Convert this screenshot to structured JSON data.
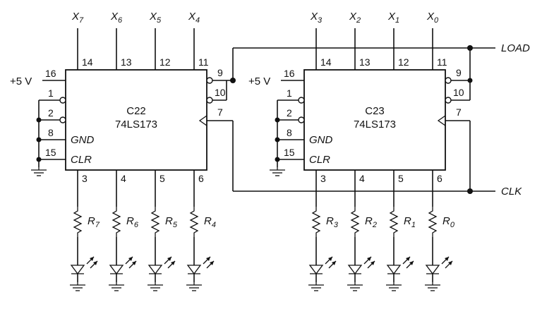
{
  "chips": [
    {
      "name": "C22",
      "part": "74LS173",
      "inputs": [
        {
          "label": "X",
          "sub": "7",
          "pin": "14"
        },
        {
          "label": "X",
          "sub": "6",
          "pin": "13"
        },
        {
          "label": "X",
          "sub": "5",
          "pin": "12"
        },
        {
          "label": "X",
          "sub": "4",
          "pin": "11"
        }
      ],
      "outputs": [
        {
          "pin": "3",
          "resistor": "R",
          "sub": "7"
        },
        {
          "pin": "4",
          "resistor": "R",
          "sub": "6"
        },
        {
          "pin": "5",
          "resistor": "R",
          "sub": "5"
        },
        {
          "pin": "6",
          "resistor": "R",
          "sub": "4"
        }
      ],
      "left_pins": {
        "vcc_label": "+5 V",
        "vcc": "16",
        "p1": "1",
        "p2": "2",
        "gnd": "8",
        "gnd_label": "GND",
        "clr": "15",
        "clr_label": "CLR"
      },
      "right_pins": {
        "p9": "9",
        "p10": "10",
        "clk": "7"
      }
    },
    {
      "name": "C23",
      "part": "74LS173",
      "inputs": [
        {
          "label": "X",
          "sub": "3",
          "pin": "14"
        },
        {
          "label": "X",
          "sub": "2",
          "pin": "13"
        },
        {
          "label": "X",
          "sub": "1",
          "pin": "12"
        },
        {
          "label": "X",
          "sub": "0",
          "pin": "11"
        }
      ],
      "outputs": [
        {
          "pin": "3",
          "resistor": "R",
          "sub": "3"
        },
        {
          "pin": "4",
          "resistor": "R",
          "sub": "2"
        },
        {
          "pin": "5",
          "resistor": "R",
          "sub": "1"
        },
        {
          "pin": "6",
          "resistor": "R",
          "sub": "0"
        }
      ],
      "left_pins": {
        "vcc_label": "+5 V",
        "vcc": "16",
        "p1": "1",
        "p2": "2",
        "gnd": "8",
        "gnd_label": "GND",
        "clr": "15",
        "clr_label": "CLR"
      },
      "right_pins": {
        "p9": "9",
        "p10": "10",
        "clk": "7"
      }
    }
  ],
  "signals": {
    "load": "LOAD",
    "clk": "CLK"
  }
}
